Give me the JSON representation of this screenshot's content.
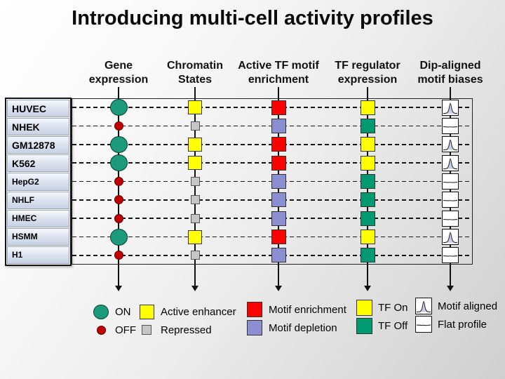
{
  "slide": {
    "title": "Introducing multi-cell activity profiles"
  },
  "columns": [
    {
      "id": "gene-expression",
      "line1": "Gene",
      "line2": "expression"
    },
    {
      "id": "chromatin-states",
      "line1": "Chromatin",
      "line2": "States"
    },
    {
      "id": "active-tf-motif",
      "line1": "Active TF motif",
      "line2": "enrichment"
    },
    {
      "id": "tf-regulator",
      "line1": "TF regulator",
      "line2": "expression"
    },
    {
      "id": "dip-aligned",
      "line1": "Dip-aligned",
      "line2": "motif biases"
    }
  ],
  "rows": [
    {
      "label": "HUVEC",
      "gene_expression": "on",
      "chromatin": "active_enhancer",
      "motif": "enrichment",
      "tf_regulator": "on",
      "dip_profile": "motif_aligned"
    },
    {
      "label": "NHEK",
      "gene_expression": "off",
      "chromatin": "repressed",
      "motif": "depletion",
      "tf_regulator": "off",
      "dip_profile": "flat"
    },
    {
      "label": "GM12878",
      "gene_expression": "on",
      "chromatin": "active_enhancer",
      "motif": "enrichment",
      "tf_regulator": "on",
      "dip_profile": "motif_aligned"
    },
    {
      "label": "K562",
      "gene_expression": "on",
      "chromatin": "active_enhancer",
      "motif": "enrichment",
      "tf_regulator": "on",
      "dip_profile": "motif_aligned"
    },
    {
      "label": "HepG2",
      "gene_expression": "off",
      "chromatin": "repressed",
      "motif": "depletion",
      "tf_regulator": "off",
      "dip_profile": "flat"
    },
    {
      "label": "NHLF",
      "gene_expression": "off",
      "chromatin": "repressed",
      "motif": "depletion",
      "tf_regulator": "off",
      "dip_profile": "flat"
    },
    {
      "label": "HMEC",
      "gene_expression": "off",
      "chromatin": "repressed",
      "motif": "depletion",
      "tf_regulator": "off",
      "dip_profile": "flat"
    },
    {
      "label": "HSMM",
      "gene_expression": "on",
      "chromatin": "active_enhancer",
      "motif": "enrichment",
      "tf_regulator": "on",
      "dip_profile": "motif_aligned"
    },
    {
      "label": "H1",
      "gene_expression": "off",
      "chromatin": "repressed",
      "motif": "depletion",
      "tf_regulator": "off",
      "dip_profile": "flat"
    }
  ],
  "legend": {
    "groups": [
      {
        "name": "gene-expression-legend",
        "items": [
          {
            "icon": "on-circle",
            "label": "ON"
          },
          {
            "icon": "off-circle",
            "label": "OFF"
          }
        ]
      },
      {
        "name": "chromatin-legend",
        "items": [
          {
            "icon": "active-enhancer-square",
            "label": "Active enhancer"
          },
          {
            "icon": "repressed-square",
            "label": "Repressed"
          }
        ]
      },
      {
        "name": "motif-legend",
        "items": [
          {
            "icon": "motif-enrichment-square",
            "label": "Motif enrichment"
          },
          {
            "icon": "motif-depletion-square",
            "label": "Motif depletion"
          }
        ]
      },
      {
        "name": "tf-regulator-legend",
        "items": [
          {
            "icon": "tf-on-square",
            "label": "TF On"
          },
          {
            "icon": "tf-off-square",
            "label": "TF Off"
          }
        ]
      },
      {
        "name": "profile-legend",
        "items": [
          {
            "icon": "motif-aligned-box",
            "label": "Motif aligned"
          },
          {
            "icon": "flat-profile-box",
            "label": "Flat profile"
          }
        ]
      }
    ]
  },
  "colors": {
    "on_green": "#1B9B7B",
    "off_red": "#C00000",
    "active_yellow": "#FFFF00",
    "repressed_gray": "#C6C6C6",
    "enrichment_red": "#FE0000",
    "depletion_purple": "#8B8FD1",
    "tf_on_yellow": "#FFFF00",
    "tf_off_teal": "#009A72",
    "profile_fill": "#C9CDEA"
  }
}
